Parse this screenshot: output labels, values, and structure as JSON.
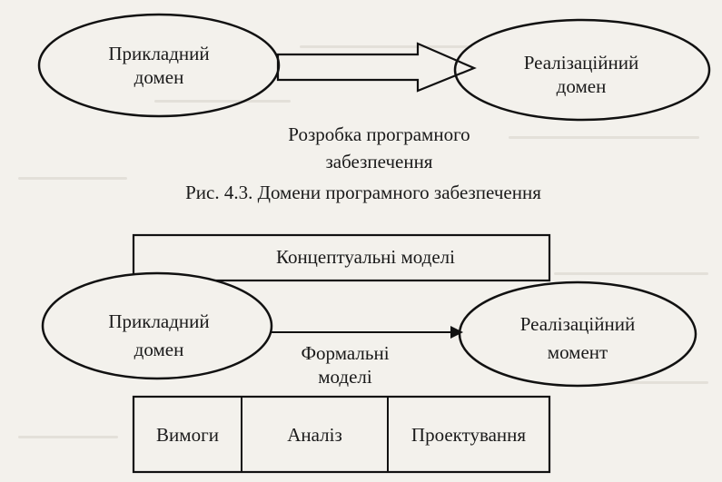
{
  "figure1": {
    "left_ellipse": {
      "line1": "Прикладний",
      "line2": "домен"
    },
    "right_ellipse": {
      "line1": "Реалізаційний",
      "line2": "домен"
    },
    "arrow_label": {
      "line1": "Розробка програмного",
      "line2": "забезпечення"
    }
  },
  "caption": "Рис. 4.3. Домени програмного забезпечення",
  "figure2": {
    "top_box": "Концептуальні моделі",
    "left_ellipse": {
      "line1": "Прикладний",
      "line2": "домен"
    },
    "right_ellipse": {
      "line1": "Реалізаційний",
      "line2": "момент"
    },
    "middle_label": {
      "line1": "Формальні",
      "line2": "моделі"
    },
    "boxes": [
      "Вимоги",
      "Аналіз",
      "Проектування"
    ]
  }
}
